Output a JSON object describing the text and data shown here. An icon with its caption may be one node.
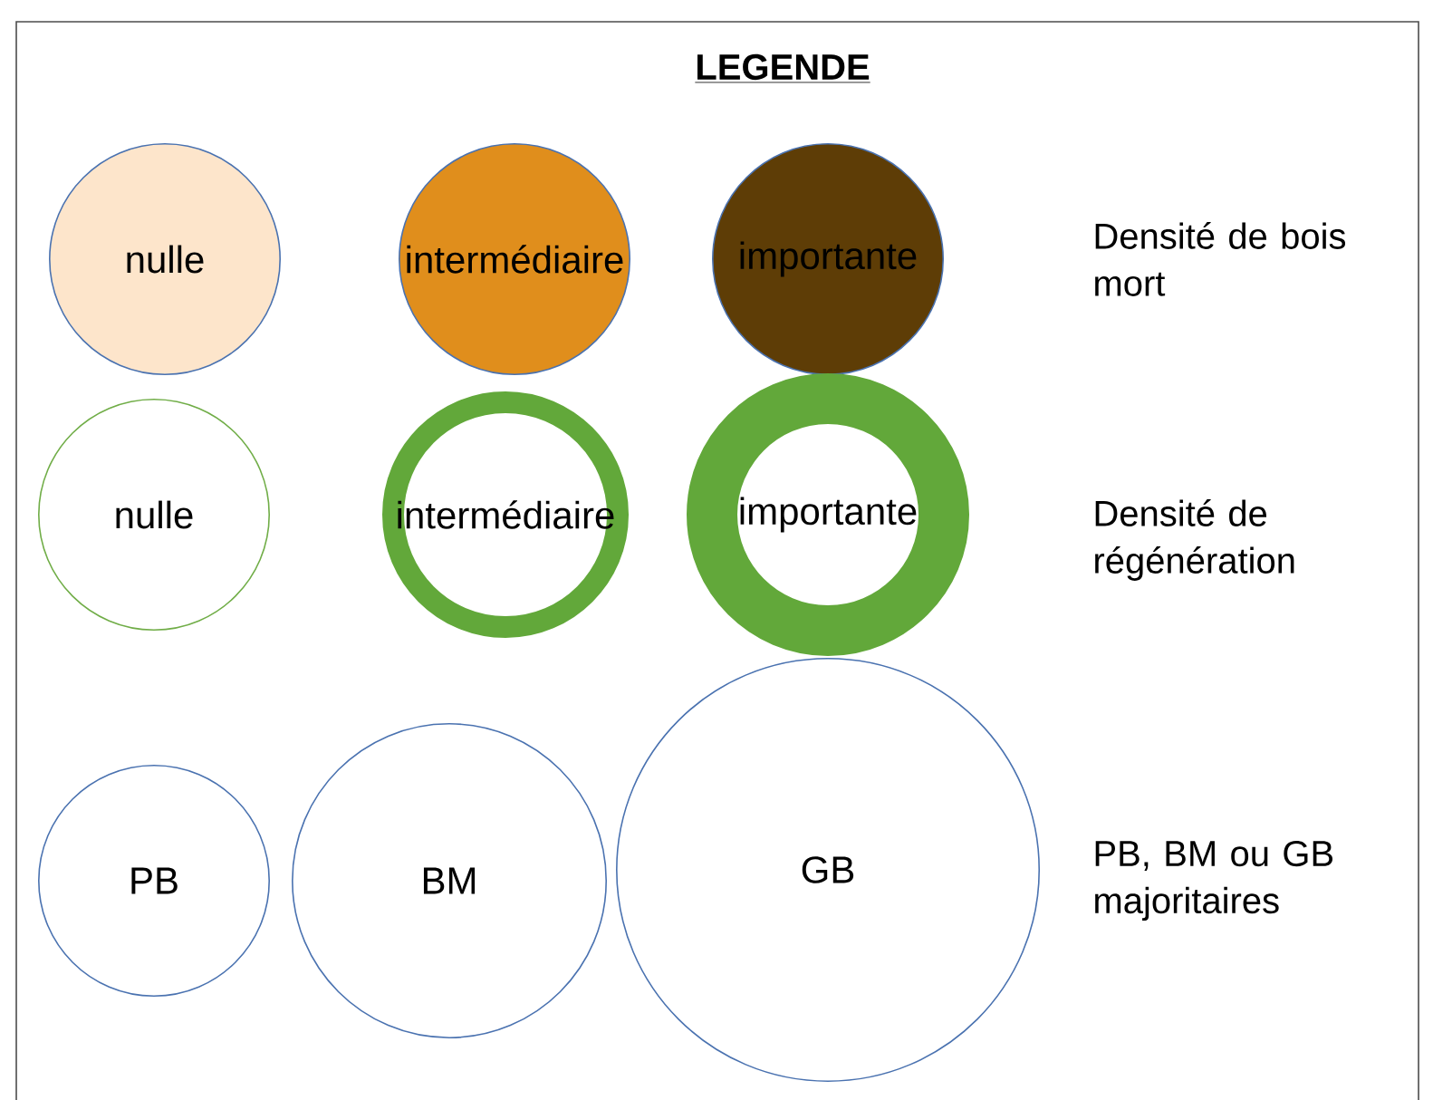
{
  "diagram": {
    "title": "LEGENDE",
    "nodes": [
      {
        "text": [
          "nulle"
        ]
      },
      {
        "text": [
          "intermédiaire"
        ]
      },
      {
        "text": [
          "importante"
        ]
      },
      {
        "text": [
          "nulle"
        ]
      },
      {
        "text": [
          "intermédiaire"
        ]
      },
      {
        "text": [
          "importante"
        ]
      },
      {
        "text": [
          "PB"
        ]
      },
      {
        "text": [
          "BM"
        ]
      },
      {
        "text": [
          "GB"
        ]
      }
    ],
    "labels": [
      "Densité de bois mort",
      "Densité de régénération",
      "PB, BM ou GB majoritaires"
    ]
  }
}
